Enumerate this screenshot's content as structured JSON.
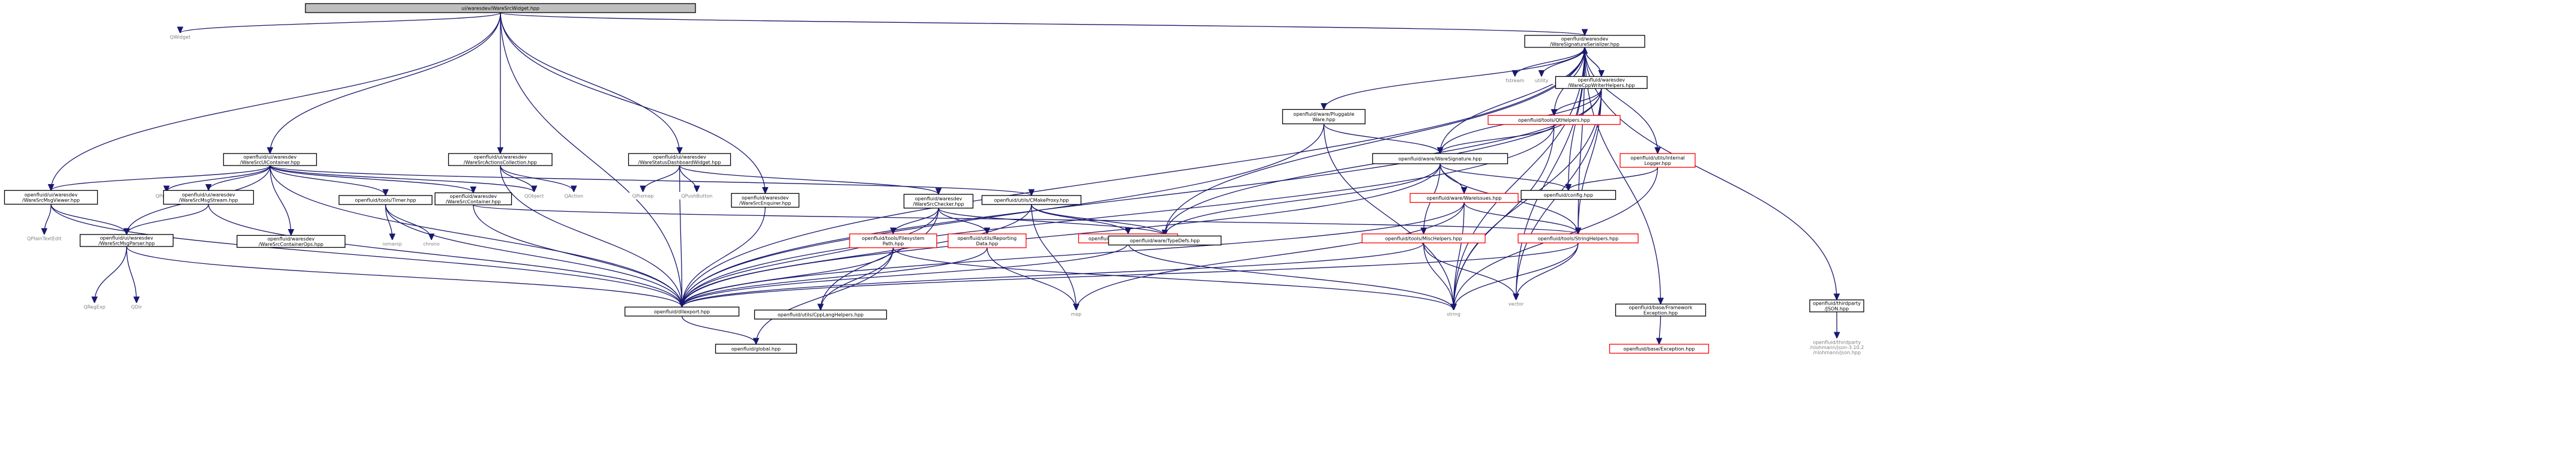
{
  "diagram": {
    "colors": {
      "edge": "#191970",
      "root_fill": "#bfbfbf",
      "node_border": "#000000",
      "incomplete_border": "#ff0000",
      "external_text": "#7f7f7f"
    },
    "nodes": {
      "root": [
        "ui/waresdev/WareSrcWidget.hpp"
      ],
      "qwidget": [
        "QWidget"
      ],
      "sigser": [
        "openfluid/waresdev",
        "/WareSignatureSerializer.hpp"
      ],
      "fstream": [
        "fstream"
      ],
      "utility": [
        "utility"
      ],
      "cppwriter": [
        "openfluid/waresdev",
        "/WareCppWriterHelpers.hpp"
      ],
      "plugware": [
        "openfluid/ware/Pluggable",
        "Ware.hpp"
      ],
      "qthelpers": [
        "openfluid/tools/QtHelpers.hpp"
      ],
      "waresig": [
        "openfluid/ware/WareSignature.hpp"
      ],
      "internallogger": [
        "openfluid/utils/Internal",
        "Logger.hpp"
      ],
      "configh": [
        "openfluid/config.hpp"
      ],
      "wareissues": [
        "openfluid/ware/WareIssues.hpp"
      ],
      "vector": [
        "vector"
      ],
      "uicontainer": [
        "openfluid/ui/waresdev",
        "/WareSrcUIContainer.hpp"
      ],
      "actionscoll": [
        "openfluid/ui/waresdev",
        "/WareSrcActionsCollection.hpp"
      ],
      "statusdash": [
        "openfluid/ui/waresdev",
        "/WareStatusDashboardWidget.hpp"
      ],
      "qobject": [
        "QObject"
      ],
      "qaction": [
        "QAction"
      ],
      "qpixmap": [
        "QPixmap"
      ],
      "qpushbutton": [
        "QPushButton"
      ],
      "msgviewer": [
        "openfluid/ui/waresdev",
        "/WareSrcMsgViewer.hpp"
      ],
      "qprocess": [
        "QProcess"
      ],
      "msgstream": [
        "openfluid/ui/waresdev",
        "/WareSrcMsgStream.hpp"
      ],
      "timer": [
        "openfluid/tools/Timer.hpp"
      ],
      "srccontainer": [
        "openfluid/waresdev",
        "/WareSrcContainer.hpp"
      ],
      "enquirer": [
        "openfluid/waresdev",
        "/WareSrcEnquirer.hpp"
      ],
      "checker": [
        "openfluid/waresdev",
        "/WareSrcChecker.hpp"
      ],
      "cmakeproxy": [
        "openfluid/utils/CMakeProxy.hpp"
      ],
      "qplaintextedit": [
        "QPlainTextEdit"
      ],
      "msgparser": [
        "openfluid/ui/waresdev",
        "/WareSrcMsgParser.hpp"
      ],
      "iomanip": [
        "iomanip"
      ],
      "chrono": [
        "chrono"
      ],
      "containerops": [
        "openfluid/waresdev",
        "/WareSrcContainerOps.hpp"
      ],
      "fspath": [
        "openfluid/tools/Filesystem",
        "Path.hpp"
      ],
      "reportingdata": [
        "openfluid/utils/Reporting",
        "Data.hpp"
      ],
      "programproxy": [
        "openfluid/utils/ProgramProxy.hpp"
      ],
      "typedefs": [
        "openfluid/ware/TypeDefs.hpp"
      ],
      "mischelpers": [
        "openfluid/tools/MiscHelpers.hpp"
      ],
      "stringhelpers": [
        "openfluid/tools/StringHelpers.hpp"
      ],
      "json": [
        "openfluid/thirdparty",
        "/JSON.hpp"
      ],
      "qregexp": [
        "QRegExp"
      ],
      "qdir": [
        "QDir"
      ],
      "dllexport": [
        "openfluid/dllexport.hpp"
      ],
      "cpplang": [
        "openfluid/utils/CppLangHelpers.hpp"
      ],
      "map": [
        "map"
      ],
      "string": [
        "string"
      ],
      "frameworkexc": [
        "openfluid/base/Framework",
        "Exception.hpp"
      ],
      "nlohmann": [
        "openfluid/thirdparty",
        "/nlohmann/json-3.10.2",
        "/nlohmann/json.hpp"
      ],
      "globalh": [
        "openfluid/global.hpp"
      ],
      "baseexc": [
        "openfluid/base/Exception.hpp"
      ]
    },
    "edges": [
      [
        "root",
        "qwidget"
      ],
      [
        "root",
        "sigser"
      ],
      [
        "root",
        "uicontainer"
      ],
      [
        "root",
        "actionscoll"
      ],
      [
        "root",
        "statusdash"
      ],
      [
        "root",
        "msgviewer"
      ],
      [
        "root",
        "enquirer"
      ],
      [
        "root",
        "dllexport"
      ],
      [
        "sigser",
        "fstream"
      ],
      [
        "sigser",
        "utility"
      ],
      [
        "sigser",
        "cppwriter"
      ],
      [
        "sigser",
        "plugware"
      ],
      [
        "sigser",
        "qthelpers"
      ],
      [
        "sigser",
        "waresig"
      ],
      [
        "sigser",
        "internallogger"
      ],
      [
        "sigser",
        "configh"
      ],
      [
        "sigser",
        "json"
      ],
      [
        "sigser",
        "vector"
      ],
      [
        "sigser",
        "string"
      ],
      [
        "sigser",
        "stringhelpers"
      ],
      [
        "sigser",
        "frameworkexc"
      ],
      [
        "sigser",
        "dllexport"
      ],
      [
        "sigser",
        "typedefs"
      ],
      [
        "cppwriter",
        "sigser"
      ],
      [
        "cppwriter",
        "waresig"
      ],
      [
        "cppwriter",
        "qthelpers"
      ],
      [
        "cppwriter",
        "string"
      ],
      [
        "cppwriter",
        "vector"
      ],
      [
        "cppwriter",
        "stringhelpers"
      ],
      [
        "cppwriter",
        "typedefs"
      ],
      [
        "cppwriter",
        "dllexport"
      ],
      [
        "plugware",
        "waresig"
      ],
      [
        "plugware",
        "dllexport"
      ],
      [
        "plugware",
        "string"
      ],
      [
        "qthelpers",
        "waresig"
      ],
      [
        "qthelpers",
        "dllexport"
      ],
      [
        "qthelpers",
        "string"
      ],
      [
        "waresig",
        "configh"
      ],
      [
        "waresig",
        "wareissues"
      ],
      [
        "waresig",
        "mischelpers"
      ],
      [
        "waresig",
        "stringhelpers"
      ],
      [
        "waresig",
        "typedefs"
      ],
      [
        "waresig",
        "dllexport"
      ],
      [
        "internallogger",
        "configh"
      ],
      [
        "internallogger",
        "string"
      ],
      [
        "wareissues",
        "map"
      ],
      [
        "wareissues",
        "stringhelpers"
      ],
      [
        "wareissues",
        "string"
      ],
      [
        "wareissues",
        "dllexport"
      ],
      [
        "uicontainer",
        "qprocess"
      ],
      [
        "uicontainer",
        "msgviewer"
      ],
      [
        "uicontainer",
        "msgstream"
      ],
      [
        "uicontainer",
        "timer"
      ],
      [
        "uicontainer",
        "srccontainer"
      ],
      [
        "uicontainer",
        "containerops"
      ],
      [
        "uicontainer",
        "msgparser"
      ],
      [
        "uicontainer",
        "qobject"
      ],
      [
        "uicontainer",
        "cmakeproxy"
      ],
      [
        "uicontainer",
        "dllexport"
      ],
      [
        "actionscoll",
        "qobject"
      ],
      [
        "actionscoll",
        "qaction"
      ],
      [
        "actionscoll",
        "dllexport"
      ],
      [
        "statusdash",
        "qpixmap"
      ],
      [
        "statusdash",
        "qpushbutton"
      ],
      [
        "statusdash",
        "checker"
      ],
      [
        "statusdash",
        "dllexport"
      ],
      [
        "msgviewer",
        "qplaintextedit"
      ],
      [
        "msgviewer",
        "msgparser"
      ],
      [
        "msgviewer",
        "dllexport"
      ],
      [
        "msgstream",
        "msgparser"
      ],
      [
        "msgstream",
        "dllexport"
      ],
      [
        "timer",
        "iomanip"
      ],
      [
        "timer",
        "chrono"
      ],
      [
        "timer",
        "dllexport"
      ],
      [
        "srccontainer",
        "dllexport"
      ],
      [
        "srccontainer",
        "stringhelpers"
      ],
      [
        "enquirer",
        "dllexport"
      ],
      [
        "checker",
        "fspath"
      ],
      [
        "checker",
        "reportingdata"
      ],
      [
        "checker",
        "cpplang"
      ],
      [
        "checker",
        "dllexport"
      ],
      [
        "checker",
        "typedefs"
      ],
      [
        "cmakeproxy",
        "programproxy"
      ],
      [
        "cmakeproxy",
        "map"
      ],
      [
        "cmakeproxy",
        "typedefs"
      ],
      [
        "cmakeproxy",
        "dllexport"
      ],
      [
        "msgparser",
        "qregexp"
      ],
      [
        "msgparser",
        "qdir"
      ],
      [
        "msgparser",
        "dllexport"
      ],
      [
        "fspath",
        "globalh"
      ],
      [
        "fspath",
        "cpplang"
      ],
      [
        "fspath",
        "string"
      ],
      [
        "fspath",
        "dllexport"
      ],
      [
        "reportingdata",
        "map"
      ],
      [
        "reportingdata",
        "dllexport"
      ],
      [
        "programproxy",
        "string"
      ],
      [
        "programproxy",
        "dllexport"
      ],
      [
        "mischelpers",
        "string"
      ],
      [
        "mischelpers",
        "vector"
      ],
      [
        "mischelpers",
        "dllexport"
      ],
      [
        "stringhelpers",
        "string"
      ],
      [
        "stringhelpers",
        "vector"
      ],
      [
        "stringhelpers",
        "dllexport"
      ],
      [
        "json",
        "nlohmann"
      ],
      [
        "frameworkexc",
        "baseexc"
      ],
      [
        "dllexport",
        "globalh"
      ]
    ]
  }
}
